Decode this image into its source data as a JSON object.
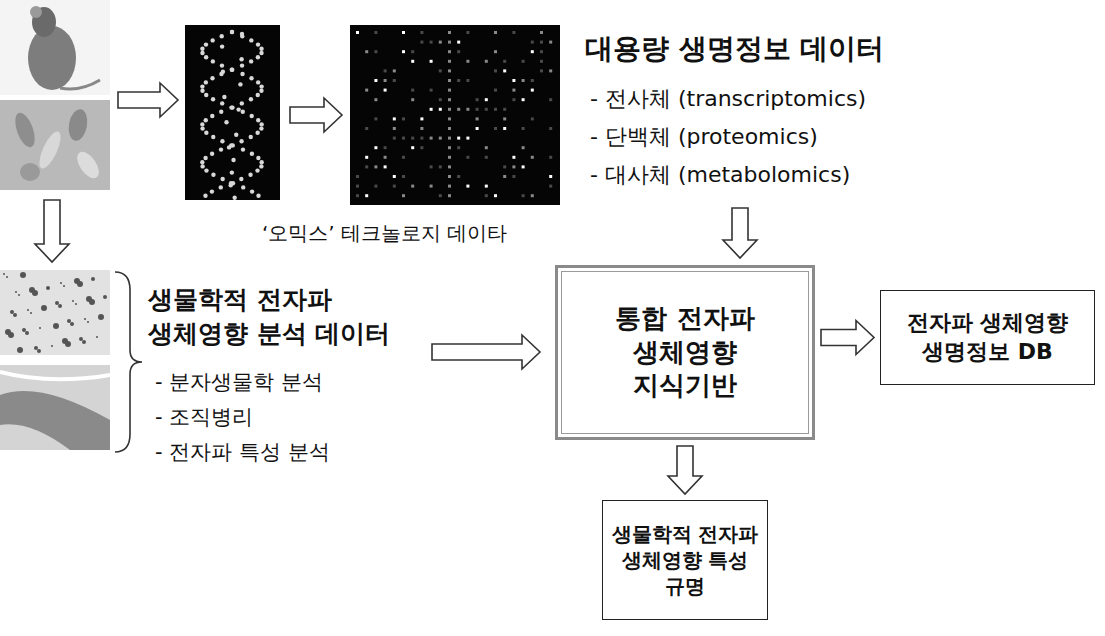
{
  "diagram": {
    "nodes": [
      {
        "text": [
          "통합 전자파 생체영향 지식기반"
        ]
      },
      {
        "text": [
          "전자파 생체영향 생명정보 DB"
        ]
      },
      {
        "text": [
          "생물학적 전자파 생체영향 특성 규명"
        ]
      }
    ],
    "edges": [
      {
        "from": 0,
        "to": 1,
        "arrow": "to"
      },
      {
        "from": 0,
        "to": 2,
        "arrow": "to"
      }
    ],
    "labels": [
      "대용량 생명정보 데이터",
      "- 전사체 (transcriptomics)",
      "- 단백체 (proteomics)",
      "- 대사체 (metabolomics)",
      "‘오믹스’ 테크놀로지 데이타",
      "생물학적 전자파 생체영향 분석 데이터",
      "- 분자생물학 분석",
      "- 조직병리",
      "- 전자파 특성 분석"
    ]
  }
}
